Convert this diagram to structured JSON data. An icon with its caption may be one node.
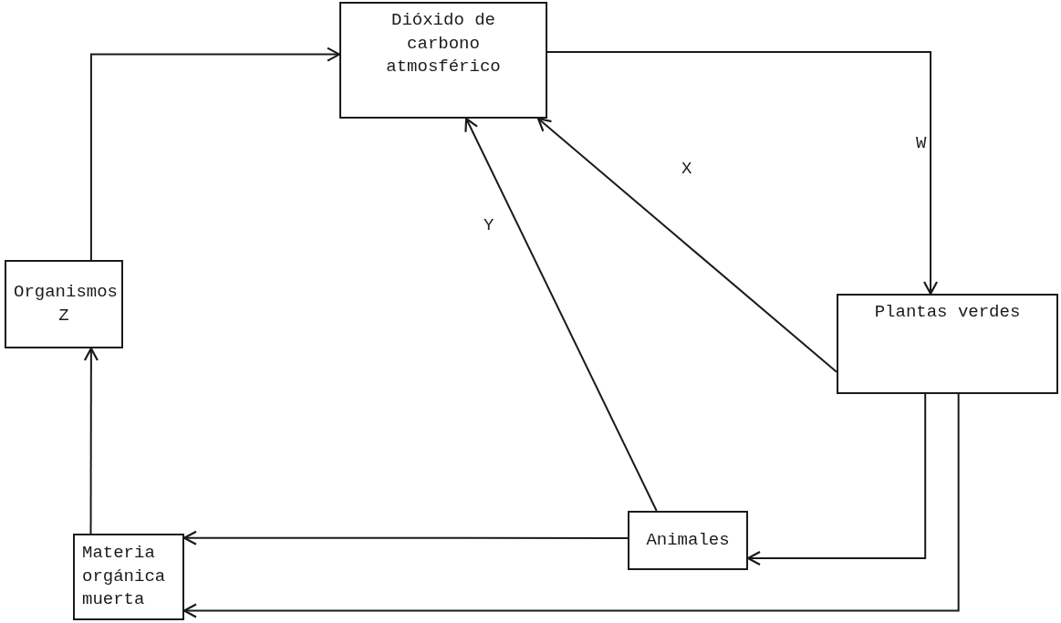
{
  "diagram": {
    "nodes": [
      {
        "text": [
          "Dióxido de carbono atmosférico"
        ]
      },
      {
        "text": [
          "Plantas verdes"
        ]
      },
      {
        "text": [
          "Organismos Z"
        ]
      },
      {
        "text": [
          "Animales"
        ]
      },
      {
        "text": [
          "Materia orgánica muerta"
        ]
      }
    ],
    "edges": [
      {
        "from": 0,
        "to": 1,
        "arrow": "to",
        "label": "W"
      },
      {
        "from": 1,
        "to": 0,
        "arrow": "to",
        "label": "X"
      },
      {
        "from": 3,
        "to": 0,
        "arrow": "to",
        "label": "Y"
      },
      {
        "from": 2,
        "to": 0,
        "arrow": "to"
      },
      {
        "from": 4,
        "to": 2,
        "arrow": "to"
      },
      {
        "from": 1,
        "to": 3,
        "arrow": "to"
      },
      {
        "from": 3,
        "to": 4,
        "arrow": "to"
      },
      {
        "from": 1,
        "to": 4,
        "arrow": "to"
      }
    ]
  }
}
